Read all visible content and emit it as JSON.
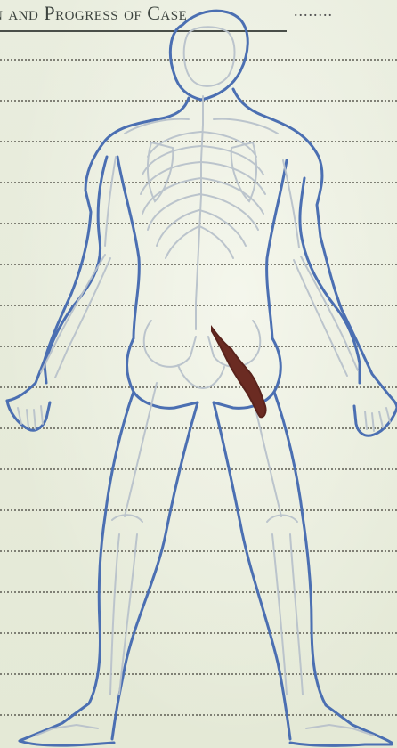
{
  "heading": {
    "title": "n and Progress of Case",
    "dots": "........"
  },
  "ledger": {
    "line_count": 17
  },
  "figure": {
    "subject": "skeleton-posterior-view",
    "outline_color": "#4b6fb2",
    "bone_color": "#c9cfd4",
    "lesion_color": "#6b2b22"
  }
}
